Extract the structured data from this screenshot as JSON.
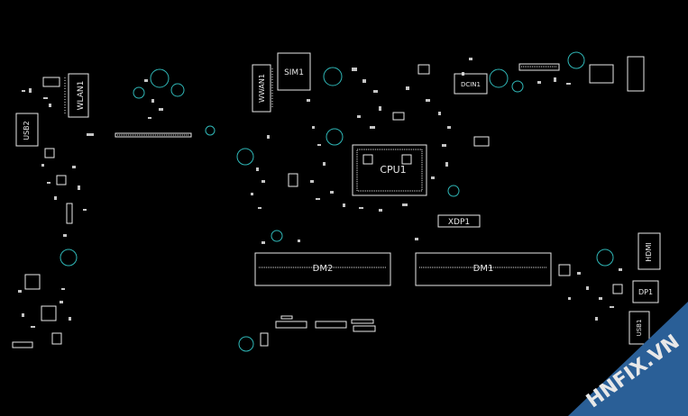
{
  "board": {
    "background": "#000000",
    "line_color": "#e8e8e8",
    "hole_color": "#2fb7b7",
    "labels": {
      "wlan": "WLAN1",
      "sim": "SIM1",
      "wwan": "WWAN1",
      "cpu": "CPU1",
      "dcin": "DCIN1",
      "hdmi": "HDMI",
      "usb2": "USB2",
      "usb1": "USB1",
      "xdp1": "XDP1",
      "dm1": "DM1",
      "dm2": "DM2",
      "dp1": "DP1"
    }
  },
  "watermark": {
    "text": "HNFIX.VN",
    "color": "#cfe0ee",
    "triangle_color": "#2a5f97"
  }
}
